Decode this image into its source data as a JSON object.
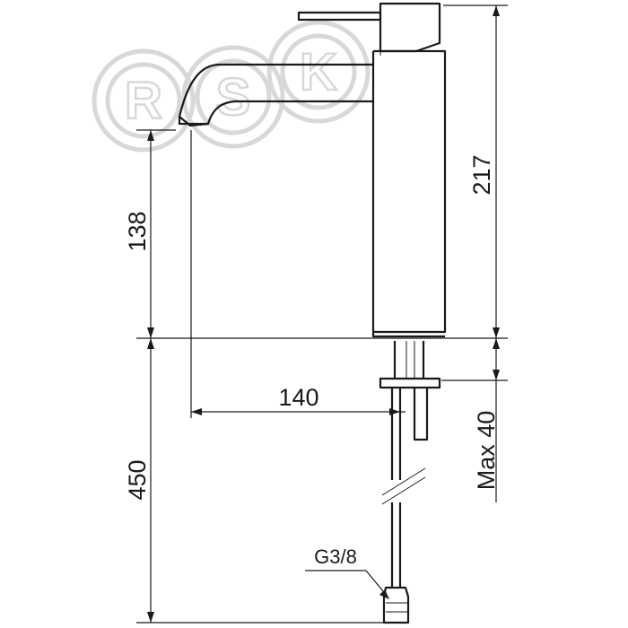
{
  "watermark": {
    "letters": [
      "R",
      "S",
      "K"
    ]
  },
  "dimensions": {
    "height_total": "217",
    "spout_height": "138",
    "spout_reach": "140",
    "hose_length": "450",
    "max_deck_thickness": "Max 40"
  },
  "annotations": {
    "thread": "G3/8"
  }
}
